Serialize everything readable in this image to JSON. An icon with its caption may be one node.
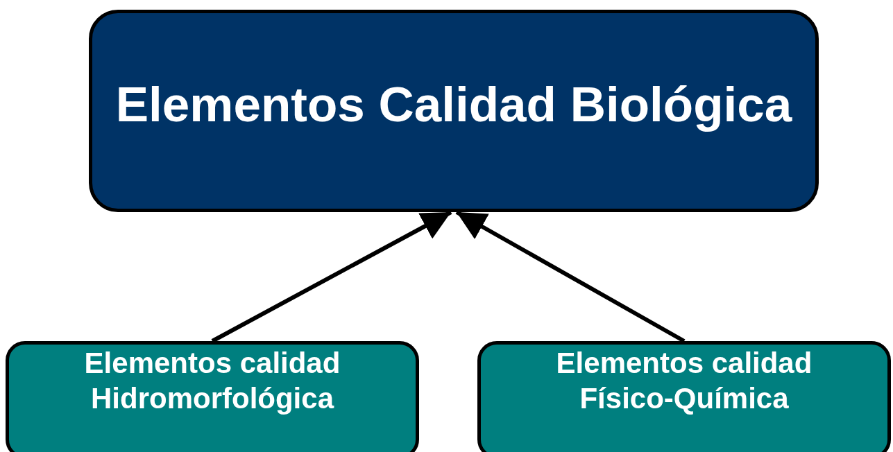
{
  "diagram": {
    "nodes": [
      {
        "text": [
          "Elementos Calidad Biológica"
        ]
      },
      {
        "text": [
          "Elementos calidad Hidromorfológica"
        ]
      },
      {
        "text": [
          "Elementos calidad Físico-Química"
        ]
      }
    ],
    "edges": [
      {
        "from": 1,
        "to": 0,
        "arrow": "to"
      },
      {
        "from": 2,
        "to": 0,
        "arrow": "to"
      }
    ]
  }
}
